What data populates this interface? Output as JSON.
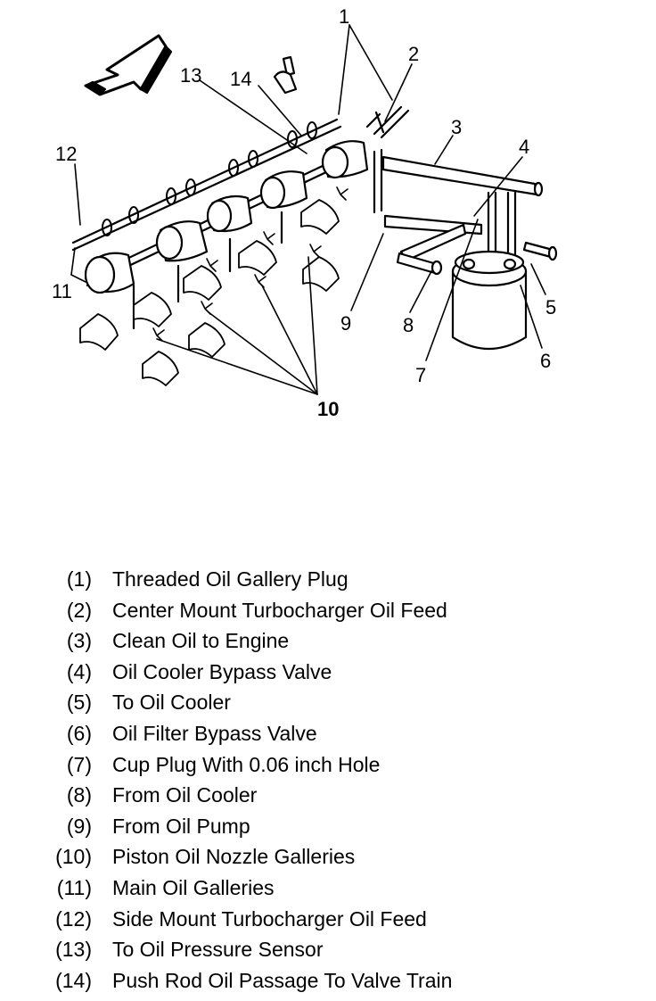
{
  "callouts": [
    "1",
    "2",
    "3",
    "4",
    "5",
    "6",
    "7",
    "8",
    "9",
    "10",
    "11",
    "12",
    "13",
    "14"
  ],
  "legend": [
    {
      "num": "(1)",
      "text": "Threaded Oil Gallery Plug"
    },
    {
      "num": "(2)",
      "text": "Center Mount Turbocharger Oil Feed"
    },
    {
      "num": "(3)",
      "text": "Clean Oil to Engine"
    },
    {
      "num": "(4)",
      "text": "Oil Cooler Bypass Valve"
    },
    {
      "num": "(5)",
      "text": "To Oil Cooler"
    },
    {
      "num": "(6)",
      "text": "Oil Filter Bypass Valve"
    },
    {
      "num": "(7)",
      "text": "Cup Plug With 0.06 inch Hole"
    },
    {
      "num": "(8)",
      "text": "From Oil Cooler"
    },
    {
      "num": "(9)",
      "text": "From Oil Pump"
    },
    {
      "num": "(10)",
      "text": "Piston Oil Nozzle Galleries"
    },
    {
      "num": "(11)",
      "text": "Main Oil Galleries"
    },
    {
      "num": "(12)",
      "text": "Side Mount Turbocharger Oil Feed"
    },
    {
      "num": "(13)",
      "text": "To Oil Pressure Sensor"
    },
    {
      "num": "(14)",
      "text": "Push Rod Oil Passage To Valve Train"
    }
  ]
}
